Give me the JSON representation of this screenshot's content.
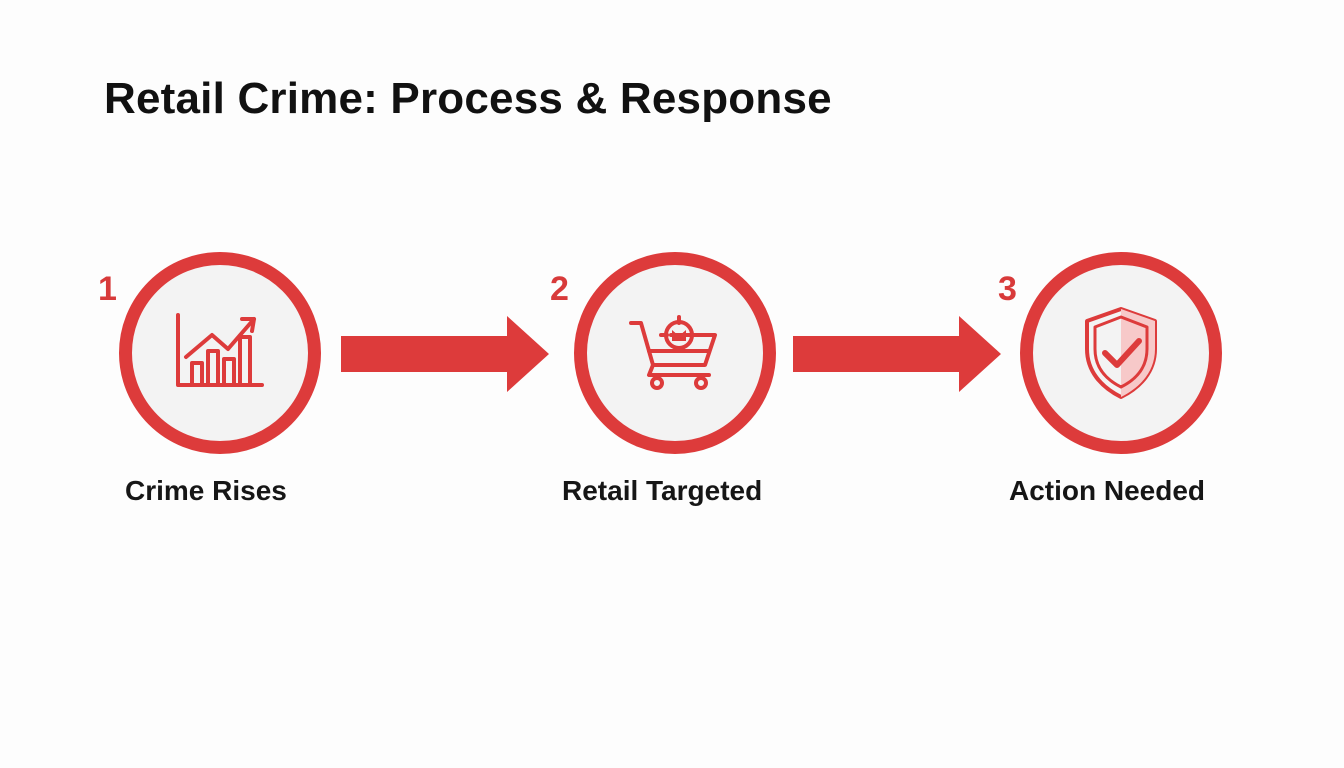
{
  "title": "Retail Crime: Process & Response",
  "accent_color": "#dd3b3b",
  "steps": [
    {
      "number": "1",
      "label": "Crime Rises",
      "icon": "rising-chart-icon"
    },
    {
      "number": "2",
      "label": "Retail Targeted",
      "icon": "targeted-cart-icon"
    },
    {
      "number": "3",
      "label": "Action Needed",
      "icon": "shield-check-icon"
    }
  ]
}
